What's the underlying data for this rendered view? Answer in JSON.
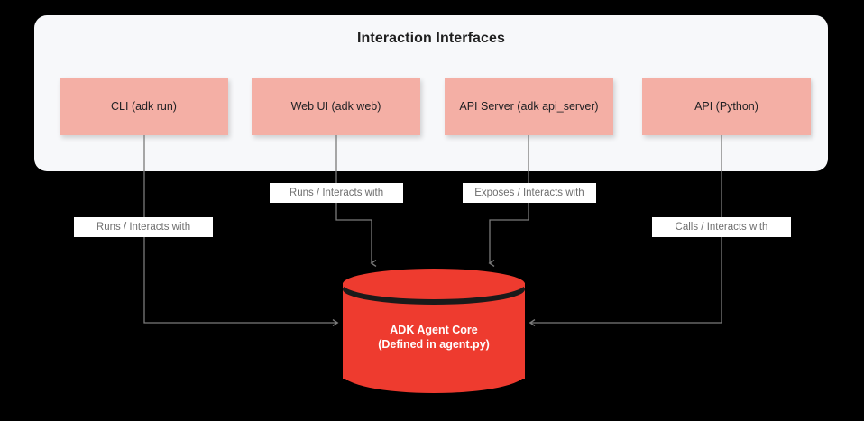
{
  "group": {
    "title": "Interaction Interfaces"
  },
  "interfaces": [
    {
      "id": "cli",
      "label": "CLI (adk run)"
    },
    {
      "id": "web-ui",
      "label": "Web UI (adk web)"
    },
    {
      "id": "api-server",
      "label": "API Server (adk api_server)"
    },
    {
      "id": "api-python",
      "label": "API (Python)"
    }
  ],
  "edges": [
    {
      "from": "cli",
      "to": "adk-agent-core",
      "label": "Runs / Interacts with"
    },
    {
      "from": "web-ui",
      "to": "adk-agent-core",
      "label": "Runs / Interacts with"
    },
    {
      "from": "api-server",
      "to": "adk-agent-core",
      "label": "Exposes / Interacts with"
    },
    {
      "from": "api-python",
      "to": "adk-agent-core",
      "label": "Calls / Interacts with"
    }
  ],
  "core": {
    "title": "ADK Agent Core",
    "subtitle": "(Defined in agent.py)"
  },
  "colors": {
    "page_background": "#000000",
    "panel_background": "#f7f8fa",
    "interface_box": "#f4afa5",
    "core_cylinder": "#ee3b2f",
    "connector_line": "#7a7a7a",
    "edge_label_text": "#6e6e6e",
    "edge_label_background": "#ffffff",
    "core_text": "#ffffff",
    "title_text": "#1f1f1f"
  }
}
